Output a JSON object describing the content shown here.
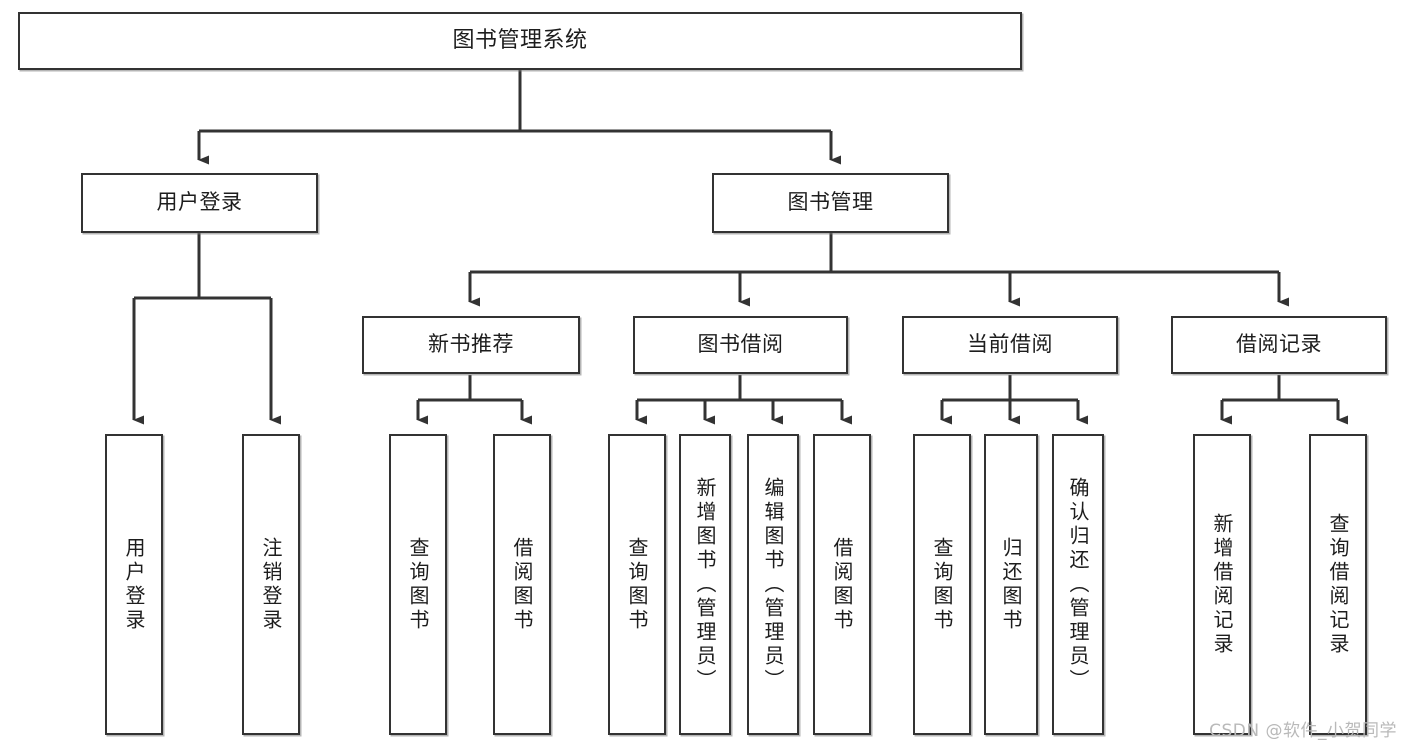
{
  "diagram": {
    "title": "图书管理系统",
    "watermark": "CSDN @软件_小贺同学",
    "line_color": "#333333",
    "box_fill": "#ffffff",
    "background": "#ffffff",
    "nodes": {
      "root": {
        "label": "图书管理系统"
      },
      "level2": [
        {
          "label": "用户登录"
        },
        {
          "label": "图书管理"
        }
      ],
      "level3": [
        {
          "label": "新书推荐"
        },
        {
          "label": "图书借阅"
        },
        {
          "label": "当前借阅"
        },
        {
          "label": "借阅记录"
        }
      ],
      "leaves": {
        "user_login": [
          {
            "label": "用户登录"
          },
          {
            "label": "注销登录"
          }
        ],
        "new_book_recommend": [
          {
            "label": "查询图书"
          },
          {
            "label": "借阅图书"
          }
        ],
        "book_borrow": [
          {
            "label": "查询图书"
          },
          {
            "label": "新增图书（管理员）"
          },
          {
            "label": "编辑图书（管理员）"
          },
          {
            "label": "借阅图书"
          }
        ],
        "current_borrow": [
          {
            "label": "查询图书"
          },
          {
            "label": "归还图书"
          },
          {
            "label": "确认归还（管理员）"
          }
        ],
        "borrow_record": [
          {
            "label": "新增借阅记录"
          },
          {
            "label": "查询借阅记录"
          }
        ]
      }
    }
  }
}
